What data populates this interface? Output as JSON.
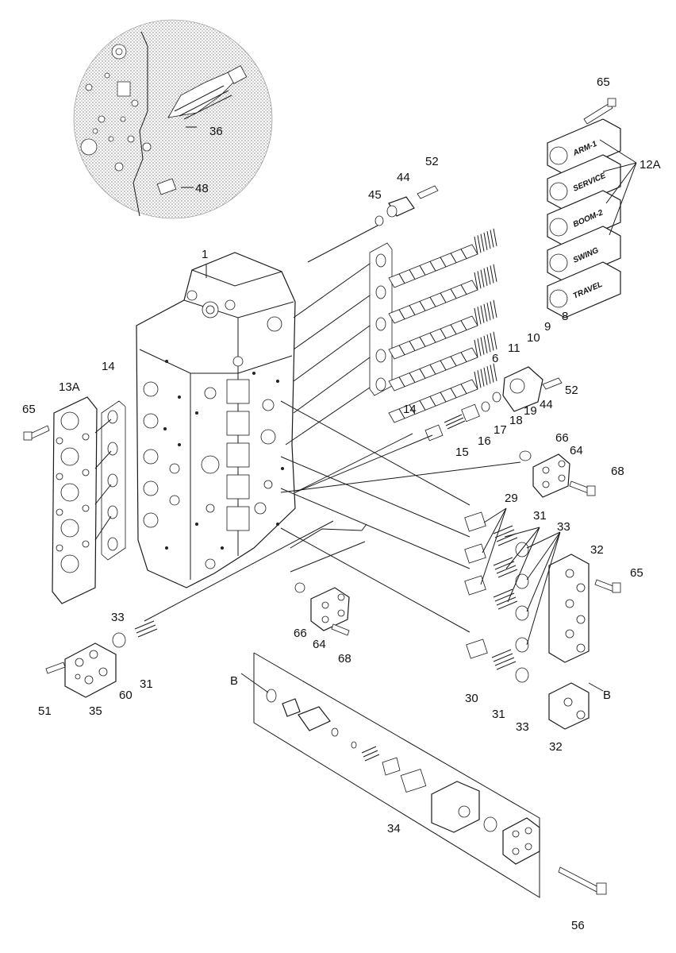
{
  "callouts": {
    "c1": "1",
    "c6": "6",
    "c8": "8",
    "c9": "9",
    "c10": "10",
    "c11": "11",
    "c12a": "12A",
    "c13a": "13A",
    "c14_left": "14",
    "c14_right": "14",
    "c15": "15",
    "c16": "16",
    "c17": "17",
    "c18": "18",
    "c19": "19",
    "c29": "29",
    "c30": "30",
    "c31_a": "31",
    "c31_b": "31",
    "c31_c": "31",
    "c32_a": "32",
    "c32_b": "32",
    "c33_a": "33",
    "c33_b": "33",
    "c33_c": "33",
    "c34": "34",
    "c35": "35",
    "c36": "36",
    "c44_a": "44",
    "c44_b": "44",
    "c45": "45",
    "c48": "48",
    "c51": "51",
    "c52_a": "52",
    "c52_b": "52",
    "c56": "56",
    "c60": "60",
    "c64_a": "64",
    "c64_b": "64",
    "c65_a": "65",
    "c65_b": "65",
    "c65_c": "65",
    "c66_a": "66",
    "c66_b": "66",
    "c68_a": "68",
    "c68_b": "68",
    "cB_left": "B",
    "cB_right": "B"
  },
  "cap_labels": [
    "ARM-1",
    "SERVICE",
    "BOOM-2",
    "SWING",
    "TRAVEL"
  ]
}
